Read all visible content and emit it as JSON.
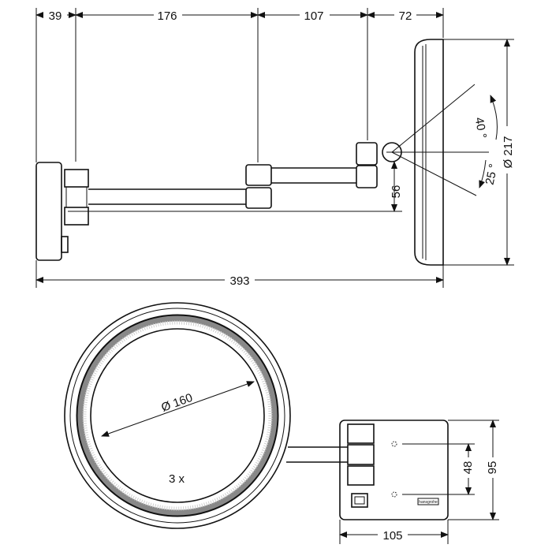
{
  "side_view": {
    "dims": {
      "d39": "39",
      "d176": "176",
      "d107": "107",
      "d72": "72",
      "d393": "393",
      "d56": "56",
      "d217": "Ø 217",
      "a40": "40 °",
      "a25": "25 °"
    }
  },
  "front_view": {
    "dims": {
      "d160": "Ø 160",
      "x3": "3 x",
      "d48": "48",
      "d95": "95",
      "d105": "105"
    },
    "brand_label": "hansgrohe"
  }
}
